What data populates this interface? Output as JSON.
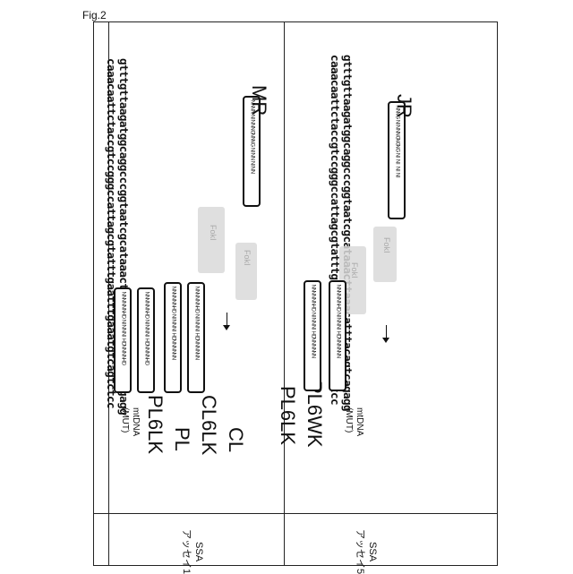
{
  "figure_label": "Fig.2",
  "rows": [
    {
      "left_label_line1": "SSA",
      "left_label_line2": "アッセイ1",
      "constructs": [
        "CL",
        "CL6LK",
        "PL",
        "PL6LK"
      ],
      "dna_label_line1": "mtDNA",
      "dna_label_line2": "(MUT)",
      "seq_top": "gtttgttaagatggcaggcccggtaatcgcataaacttaaacatttacagtcagagg",
      "seq_bottom": "caaacaattctaccgtccgggccattagcgtatttgaatttgaaatgtcagtctcc",
      "right_label": "MR",
      "fok_labels": [
        "FokⅠ",
        "FokⅠ"
      ],
      "left_boxes": [
        [
          "NN",
          "NN",
          "NN",
          "HD",
          "NI",
          "NN",
          "NI",
          "HD",
          "NN",
          "NN",
          "HD"
        ],
        [
          "NN",
          "NN",
          "NN",
          "HD",
          "NI",
          "NN",
          "NI",
          "HD",
          "NN",
          "NN",
          "HD"
        ],
        [
          "NN",
          "NN",
          "NN",
          "HD",
          "NI",
          "NN",
          "NI",
          "HD",
          "NN",
          "NN",
          "NN"
        ],
        [
          "NN",
          "NN",
          "NN",
          "HD",
          "NI",
          "NN",
          "NI",
          "HD",
          "NN",
          "NN",
          "NN"
        ]
      ],
      "right_box": [
        "NN",
        "NN",
        "NI",
        "NN",
        "NG",
        "NN",
        "NG",
        "NI",
        "NN",
        "NI",
        "NN"
      ]
    },
    {
      "left_label_line1": "SSA",
      "left_label_line2": "アッセイ5",
      "constructs": [
        "PL6WK",
        "PL6LK"
      ],
      "dna_label_line1": "mtDNA",
      "dna_label_line2": "(MUT)",
      "seq_top": "gtttgttaagatggcaggcccggtaatcgcataaacttaaacatttacagtcagagg",
      "seq_bottom": "caaacaattctaccgtccgggccattagcgtatttgaatttgaaatgtcagtctcc",
      "right_label": "JR",
      "fok_labels": [
        "FokⅠ",
        "FokⅠ"
      ],
      "left_boxes": [
        [
          "NN",
          "NN",
          "NN",
          "HD",
          "NI",
          "NN",
          "NI",
          "HD",
          "NN",
          "NN",
          "NN"
        ],
        [
          "NN",
          "NN",
          "NN",
          "HD",
          "NI",
          "NN",
          "NI",
          "HD",
          "NN",
          "NN",
          "NN"
        ]
      ],
      "right_box": [
        "NN",
        "NG",
        "NI",
        "NN",
        "NG",
        "NG",
        "NG",
        "NI",
        "NI",
        "NI",
        "NI"
      ]
    }
  ]
}
